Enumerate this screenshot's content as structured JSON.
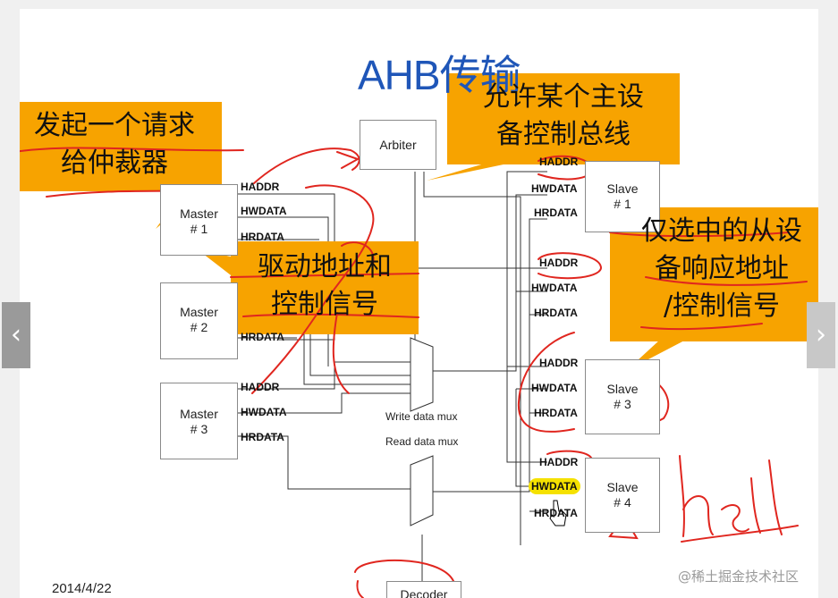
{
  "slide": {
    "title": "AHB传输",
    "date": "2014/4/22",
    "watermark": "@稀土掘金技术社区"
  },
  "blocks": {
    "arbiter": "Arbiter",
    "decoder": "Decoder",
    "master1": [
      "Master",
      "# 1"
    ],
    "master2": [
      "Master",
      "# 2"
    ],
    "master3": [
      "Master",
      "# 3"
    ],
    "slave1": [
      "Slave",
      "# 1"
    ],
    "slave3": [
      "Slave",
      "# 3"
    ],
    "slave4": [
      "Slave",
      "# 4"
    ],
    "write_mux": "Write data mux",
    "read_mux": "Read data mux"
  },
  "signals": {
    "haddr": "HADDR",
    "hwdata": "HWDATA",
    "hrdata": "HRDATA"
  },
  "callouts": {
    "request": [
      "发起一个请求",
      "给仲裁器"
    ],
    "grant": [
      "允许某个主设",
      "备控制总线"
    ],
    "drive": [
      "驱动地址和",
      "控制信号"
    ],
    "select": [
      "仅选中的从设",
      "备响应地址",
      "/控制信号"
    ]
  },
  "annotation": {
    "handwriting": "hsel"
  },
  "colors": {
    "title": "#1f56b8",
    "callout": "#f7a300",
    "ink": "#e0261f",
    "highlight": "#f5e100"
  },
  "icons": {
    "prev": "chevron-left-icon",
    "next": "chevron-right-icon",
    "cursor": "hand-pointer-icon"
  }
}
